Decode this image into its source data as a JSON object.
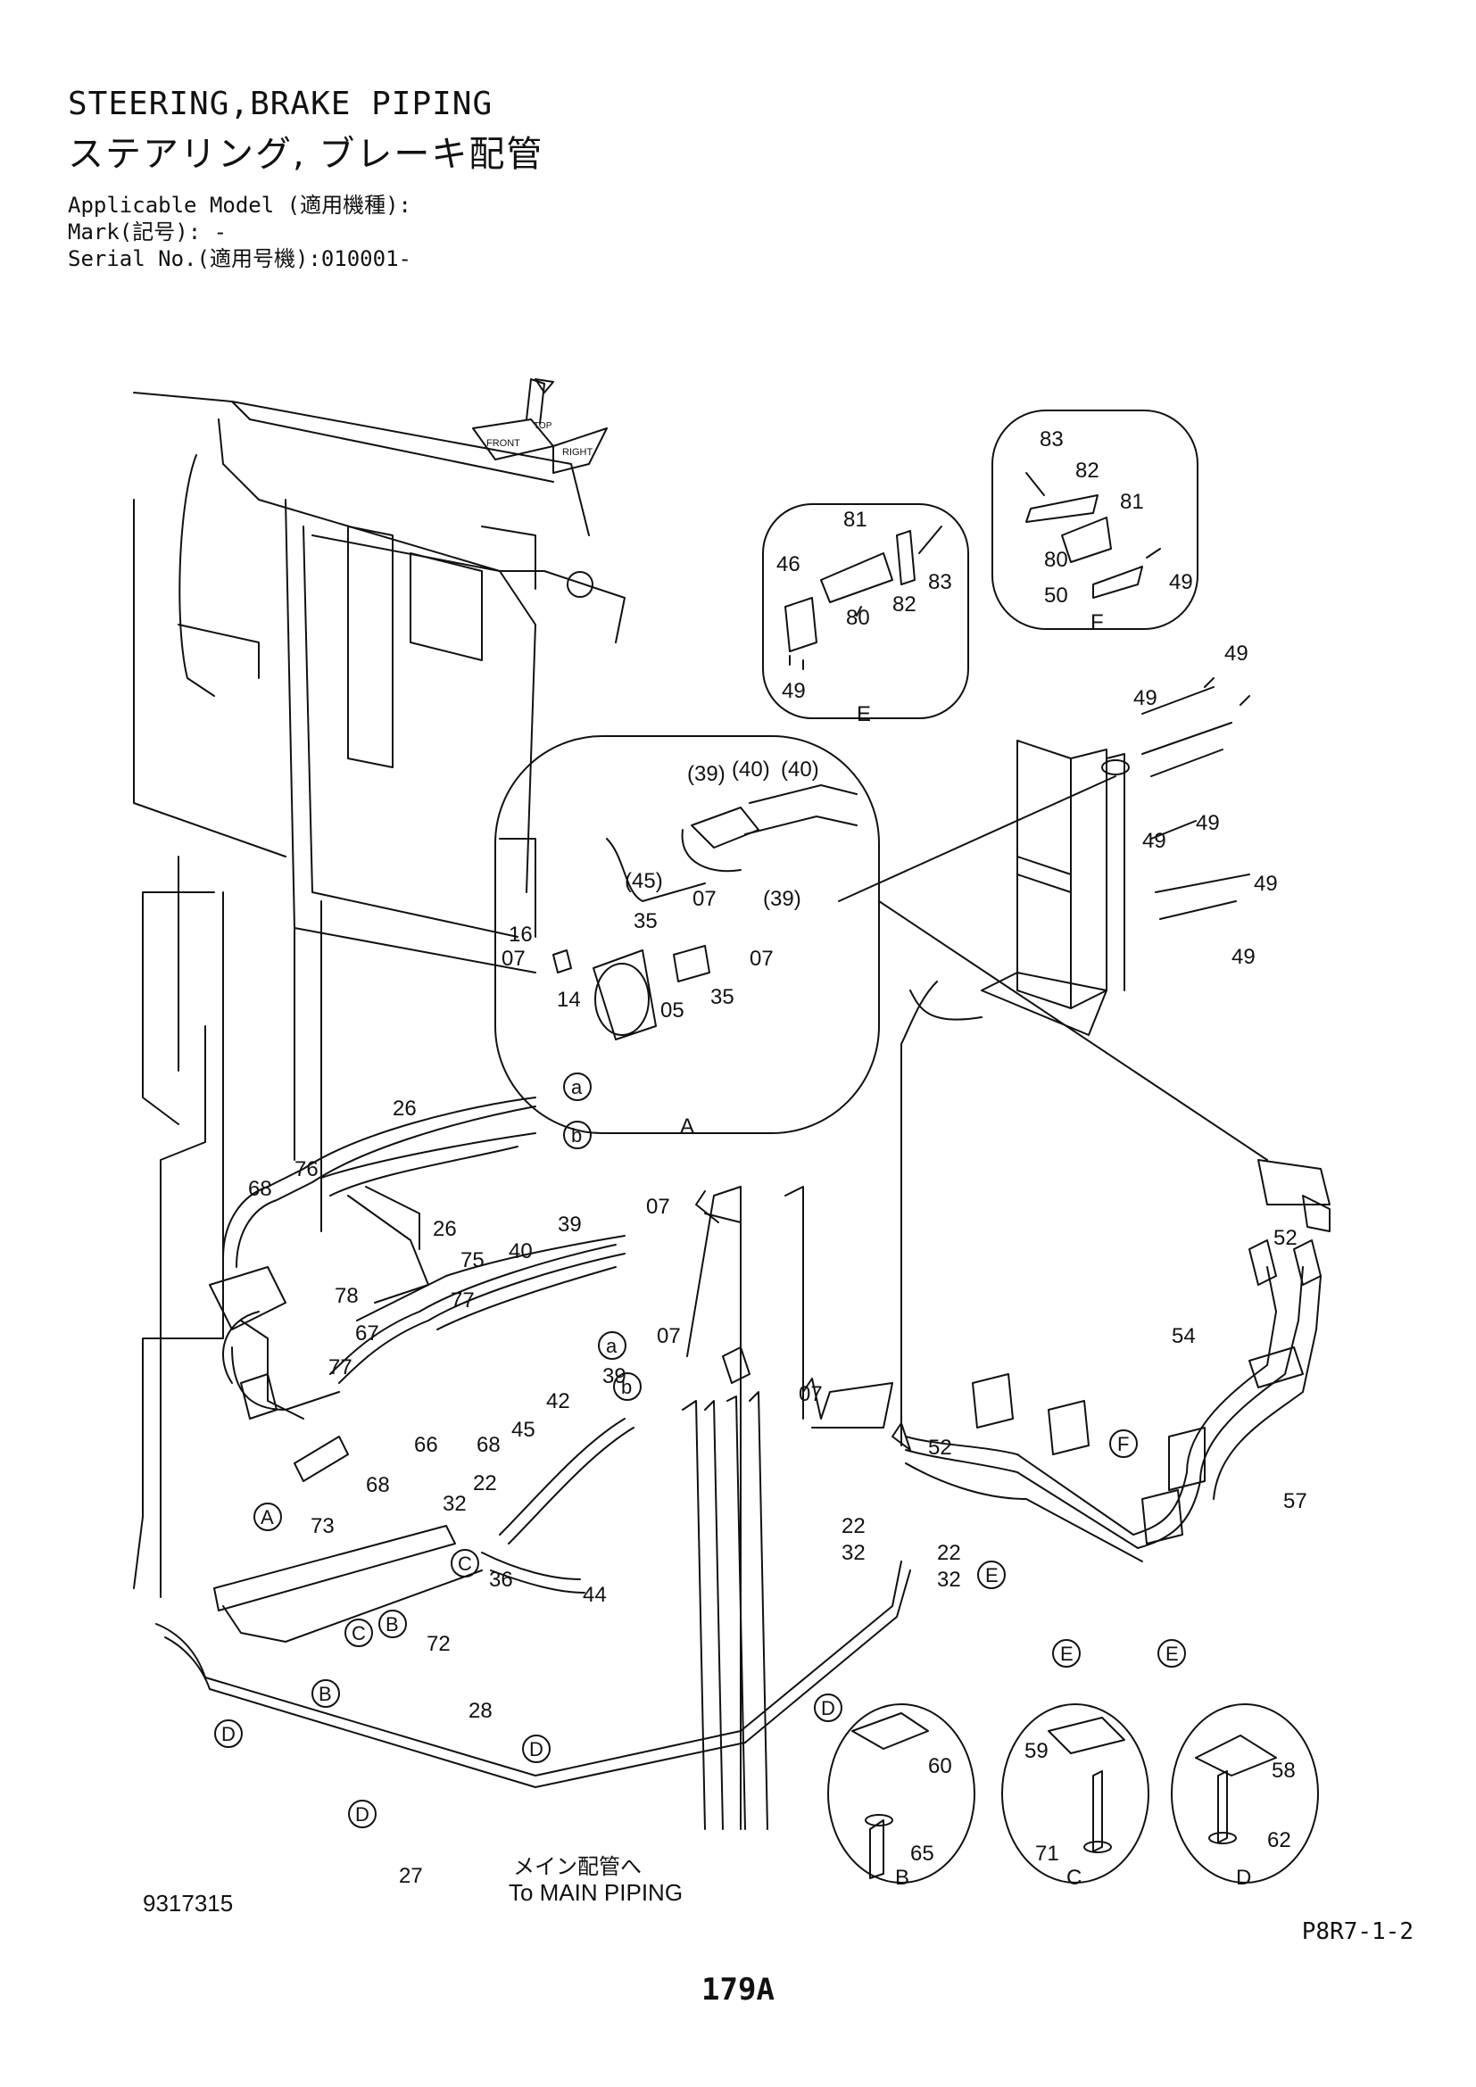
{
  "header": {
    "title_en": "STEERING,BRAKE PIPING",
    "title_jp": "ステアリング, ブレーキ配管",
    "model_line": "Applicable Model (適用機種):",
    "mark_line": "Mark(記号): -",
    "serial_line": "Serial No.(適用号機):010001-"
  },
  "footer": {
    "drawing_no": "9317315",
    "page_code": "P8R7-1-2",
    "page_number": "179A"
  },
  "orientation_labels": {
    "front": "FRONT",
    "right": "RIGHT",
    "top": "TOP"
  },
  "note": {
    "jp": "メイン配管へ",
    "en": "To MAIN PIPING"
  },
  "detail_labels": {
    "A": "A",
    "B": "B",
    "C": "C",
    "D": "D",
    "E": "E",
    "F": "F"
  },
  "parts": {
    "p05": "05",
    "p07": "07",
    "p14": "14",
    "p16": "16",
    "p22": "22",
    "p26": "26",
    "p27": "27",
    "p28": "28",
    "p32": "32",
    "p35": "35",
    "p36": "36",
    "p39": "39",
    "p39p": "(39)",
    "p40": "40",
    "p40p": "(40)",
    "p42": "42",
    "p44": "44",
    "p45": "45",
    "p45p": "(45)",
    "p46": "46",
    "p49": "49",
    "p50": "50",
    "p52": "52",
    "p54": "54",
    "p57": "57",
    "p58": "58",
    "p59": "59",
    "p60": "60",
    "p62": "62",
    "p65": "65",
    "p66": "66",
    "p67": "67",
    "p68": "68",
    "p71": "71",
    "p72": "72",
    "p73": "73",
    "p75": "75",
    "p76": "76",
    "p77": "77",
    "p78": "78",
    "p80": "80",
    "p81": "81",
    "p82": "82",
    "p83": "83"
  },
  "connectors": {
    "a": "a",
    "b": "b"
  },
  "colors": {
    "line": "#111111",
    "paper": "#ffffff"
  }
}
